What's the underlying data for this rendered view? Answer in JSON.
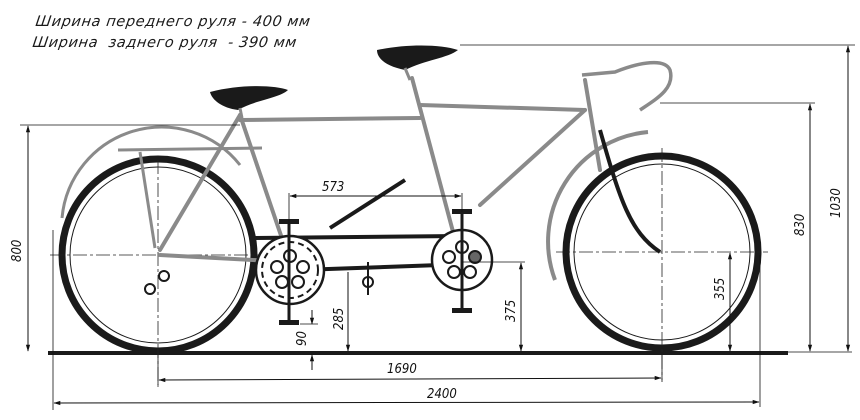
{
  "notes": {
    "front_handlebar": "Ширина переднего руля - 400 мм",
    "rear_handlebar": "Ширина  заднего руля  - 390 мм"
  },
  "dimensions": {
    "overall_length": "2400",
    "wheelbase": "1690",
    "crank_spacing": "573",
    "overall_height": "1030",
    "front_handlebar_height": "830",
    "rear_saddle_height": "800",
    "front_axle_height": "355",
    "bottom_bracket_height": "375",
    "intermediate_shaft_height": "285",
    "pedal_clearance": "90"
  },
  "colors": {
    "ink": "#1a1a1a",
    "frame": "#8a8a8a",
    "background": "#ffffff"
  }
}
